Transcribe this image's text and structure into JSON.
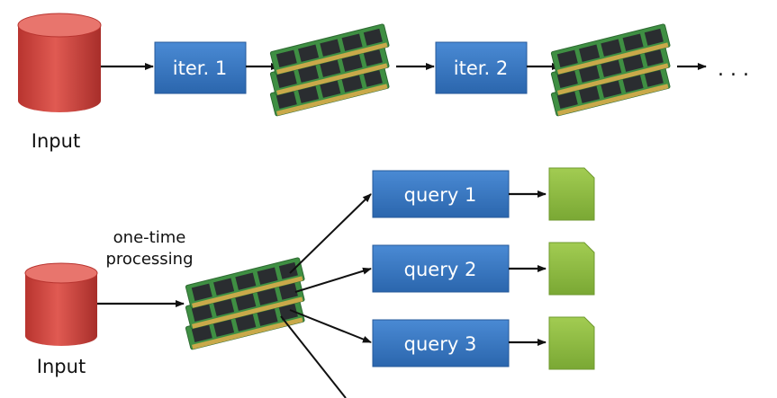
{
  "colors": {
    "cylinder": "#d84a44",
    "cylinder_dark": "#a8302c",
    "box": "#3576c0",
    "box_dark": "#24589a",
    "result": "#8dbb3f",
    "pcb": "#3f8f43",
    "chip": "#2a2d30",
    "arrow": "#111111"
  },
  "top": {
    "input_label": "Input",
    "iter1_label": "iter. 1",
    "iter2_label": "iter. 2",
    "ellipsis": ". . ."
  },
  "bottom": {
    "input_label": "Input",
    "processing_line1": "one-time",
    "processing_line2": "processing",
    "queries": [
      {
        "label": "query 1"
      },
      {
        "label": "query 2"
      },
      {
        "label": "query 3"
      }
    ]
  }
}
